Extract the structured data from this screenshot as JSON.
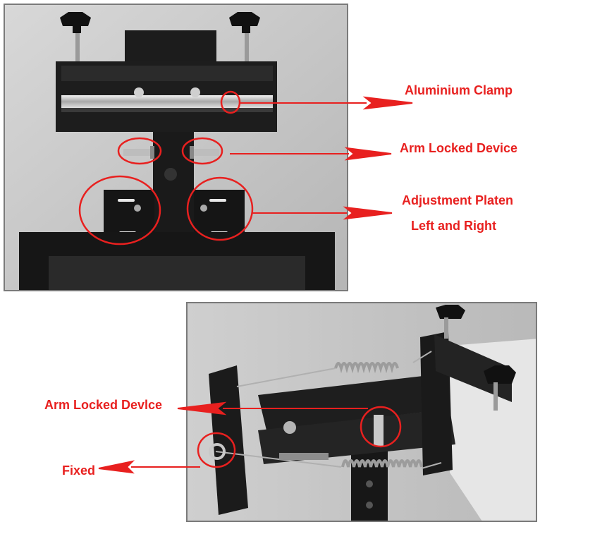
{
  "labels": {
    "aluminium_clamp": "Aluminium Clamp",
    "arm_locked_device_top": "Arm Locked Device",
    "adjustment_platen_line1": "Adjustment Platen",
    "adjustment_platen_line2": "Left and Right",
    "arm_locked_device_bottom": "Arm Locked Devlce",
    "fixed": "Fixed"
  },
  "colors": {
    "annotation_red": "#e8201f",
    "metal_black": "#1c1c1c",
    "background": "#ffffff"
  }
}
